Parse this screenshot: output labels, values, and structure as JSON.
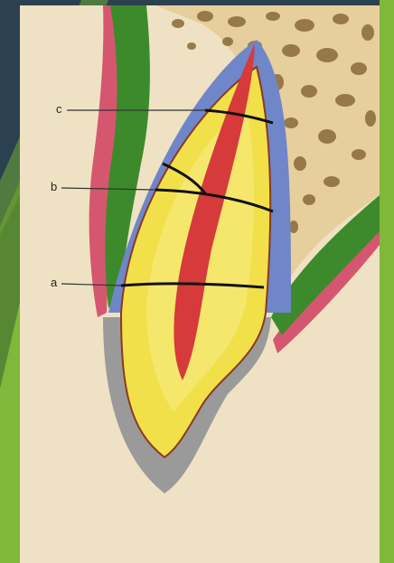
{
  "diagram": {
    "labels": {
      "a": "a",
      "b": "b",
      "c": "c"
    }
  },
  "colors": {
    "slide_dark": "#2a3f4c",
    "slide_green": "#7fb83a",
    "background_tissue": "#efe2c4",
    "bone_pattern": "#8a6a3a",
    "enamel": "#9a9a9a",
    "dentin": "#f2e04a",
    "pulp": "#d63a3a",
    "periodontal_ligament": "#6f86c8",
    "gingiva_green": "#3d8a2c",
    "gingiva_pink": "#d5576f",
    "line": "#111111"
  }
}
